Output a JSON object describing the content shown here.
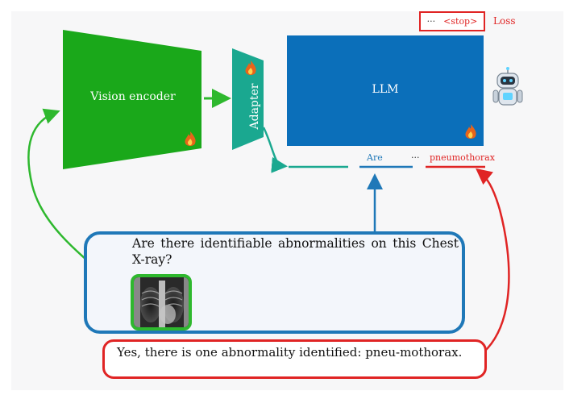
{
  "vision_encoder": {
    "label": "Vision encoder",
    "color": "#1aa81a"
  },
  "adapter": {
    "label": "Adapter",
    "color": "#1aa890"
  },
  "llm": {
    "label": "LLM",
    "color": "#0b6fba"
  },
  "tokens": {
    "are": "Are",
    "ellipsis": "···",
    "pneumothorax": "pneumothorax"
  },
  "loss_output": {
    "ellipsis": "···",
    "stop": "<stop>",
    "loss_label": "Loss"
  },
  "question": {
    "text": "Are there identifiable abnormalities on this Chest X-ray?"
  },
  "answer": {
    "text": "Yes, there is one abnormality identified: pneu-mothorax."
  },
  "colors": {
    "trainable_fire": "#e8641a",
    "question_border": "#1f78b8",
    "answer_border": "#e02424",
    "image_border": "#2eb82e"
  },
  "icons": [
    "fire-icon",
    "robot-icon",
    "user-icon",
    "chest-xray-image"
  ]
}
